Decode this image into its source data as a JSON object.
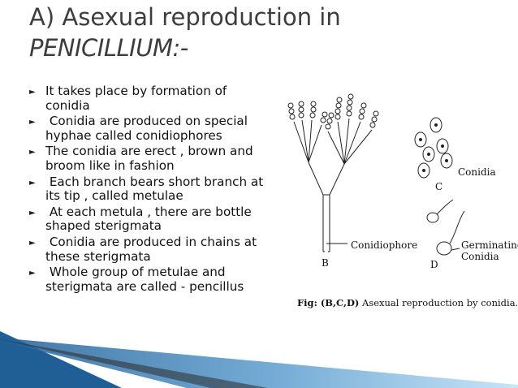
{
  "title": {
    "line1": "A) Asexual reproduction in",
    "line2": "PENICILLIUM:-"
  },
  "bullets": [
    "It takes place by formation of conidia",
    " Conidia are produced on special hyphae called conidiophores",
    "The conidia are erect , brown and broom like in fashion",
    " Each branch bears short branch at its tip , called metulae",
    " At each metula , there are bottle shaped sterigmata",
    " Conidia are produced in chains at these sterigmata",
    " Whole group of metulae and sterigmata are called - pencillus"
  ],
  "figure": {
    "labels": {
      "conidia": "Conidia",
      "c": "C",
      "conidiophore": "Conidiophore",
      "b": "B",
      "germinating": "Germinating",
      "germinating2": "Conidia",
      "d": "D"
    },
    "caption_prefix": "Fig: (B,C,D)",
    "caption_text": " Asexual reproduction by conidia."
  },
  "colors": {
    "title": "#3d3d3d",
    "corner_dark": "#1f5f95",
    "corner_light": "#7fb6e0"
  }
}
